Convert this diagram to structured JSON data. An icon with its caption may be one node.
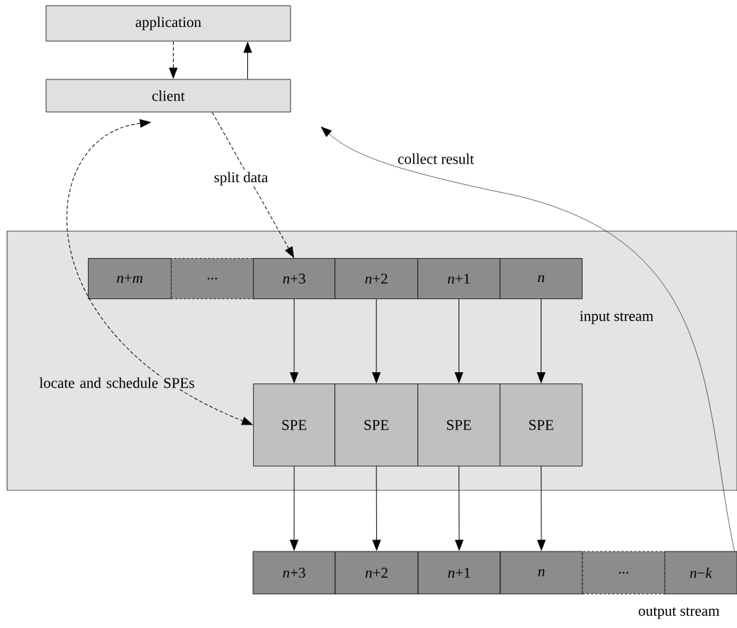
{
  "diagram": {
    "nodes": [
      {
        "text": [
          "application"
        ]
      },
      {
        "text": [
          "client"
        ]
      },
      {
        "text": [],
        "shape": "box"
      },
      {
        "text": [
          "*n*+*m*"
        ],
        "in": 2
      },
      {
        "text": [
          "..."
        ],
        "in": 2
      },
      {
        "text": [
          "*n*+3"
        ],
        "in": 2
      },
      {
        "text": [
          "*n*+2"
        ],
        "in": 2
      },
      {
        "text": [
          "*n*+1"
        ],
        "in": 2
      },
      {
        "text": [
          "*n*"
        ],
        "in": 2
      },
      {
        "text": [
          "SPE"
        ],
        "in": 2
      },
      {
        "text": [
          "SPE"
        ],
        "in": 2
      },
      {
        "text": [
          "SPE"
        ],
        "in": 2
      },
      {
        "text": [
          "SPE"
        ],
        "in": 2
      },
      {
        "text": [
          "*n*+3"
        ]
      },
      {
        "text": [
          "*n*+2"
        ]
      },
      {
        "text": [
          "*n*+1"
        ]
      },
      {
        "text": [
          "*n*"
        ]
      },
      {
        "text": [
          "..."
        ]
      },
      {
        "text": [
          "*n*−*k*"
        ]
      }
    ],
    "edges": [
      {
        "from": 0,
        "to": 1,
        "arrow": "to",
        "style": "dashed"
      },
      {
        "from": 1,
        "to": 0,
        "arrow": "to"
      },
      {
        "from": 1,
        "to": 5,
        "arrow": "to",
        "style": "dashed",
        "label": "split data"
      },
      {
        "from": 1,
        "to": 9,
        "arrow": "both",
        "style": "dashed",
        "label": "locate and schedule SPEs"
      },
      {
        "from": 18,
        "to": 1,
        "arrow": "to",
        "label": "collect result"
      },
      {
        "from": 5,
        "to": 9,
        "arrow": "to"
      },
      {
        "from": 6,
        "to": 10,
        "arrow": "to"
      },
      {
        "from": 7,
        "to": 11,
        "arrow": "to"
      },
      {
        "from": 8,
        "to": 12,
        "arrow": "to"
      },
      {
        "from": 9,
        "to": 13,
        "arrow": "to"
      },
      {
        "from": 10,
        "to": 14,
        "arrow": "to"
      },
      {
        "from": 11,
        "to": 15,
        "arrow": "to"
      },
      {
        "from": 12,
        "to": 16,
        "arrow": "to"
      }
    ],
    "labels": [
      "input stream",
      "output stream"
    ]
  }
}
